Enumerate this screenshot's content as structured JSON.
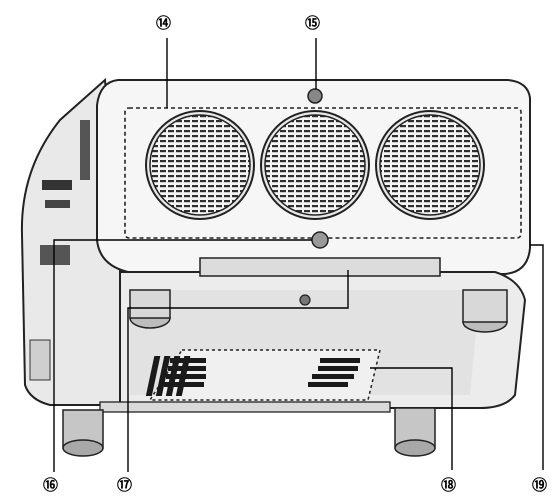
{
  "figure": {
    "description_colors": {
      "body": "#f2f2f2",
      "body_shadow": "#c8c8c8",
      "outline": "#222222",
      "grille": "#3a3a3a",
      "vent": "#1a1a1a"
    },
    "callouts": [
      {
        "id": "c14",
        "label": "⑭"
      },
      {
        "id": "c15",
        "label": "⑮"
      },
      {
        "id": "c16",
        "label": "⑯"
      },
      {
        "id": "c17",
        "label": "⑰"
      },
      {
        "id": "c18",
        "label": "⑱"
      },
      {
        "id": "c19",
        "label": "⑲"
      }
    ]
  }
}
